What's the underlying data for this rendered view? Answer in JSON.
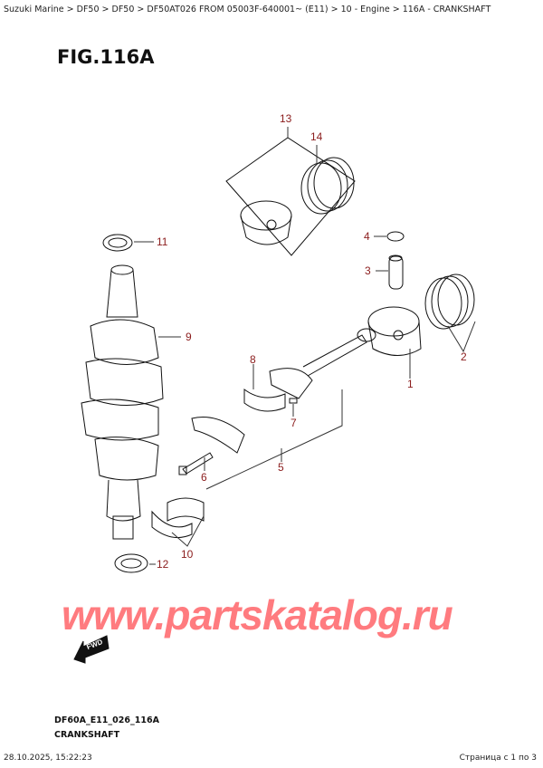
{
  "breadcrumb": "Suzuki Marine > DF50 > DF50 > DF50AT026 FROM 05003F-640001~ (E11) > 10 - Engine > 116A - CRANKSHAFT",
  "figure_title": "FIG.116A",
  "callouts": [
    "1",
    "2",
    "3",
    "4",
    "5",
    "6",
    "7",
    "8",
    "9",
    "10",
    "11",
    "12",
    "13",
    "14"
  ],
  "watermark": "www.partskatalog.ru",
  "fwd_label": "FWD",
  "diagram_code": "DF60A_E11_026_116A",
  "diagram_title": "CRANKSHAFT",
  "footer": {
    "timestamp": "28.10.2025, 15:22:23",
    "page": "Страница с 1 по 3"
  },
  "colors": {
    "callout": "#8b1c1c",
    "watermark": "#ff7b7f"
  }
}
